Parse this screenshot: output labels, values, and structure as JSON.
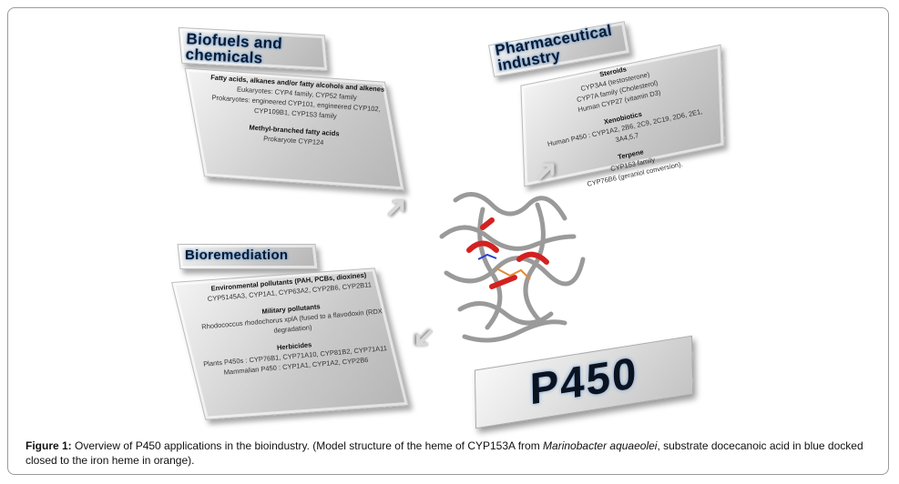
{
  "panels": {
    "biofuels": {
      "title": "Biofuels and chemicals",
      "sections": [
        {
          "heading": "Fatty acids, alkanes and/or fatty alcohols and alkenes",
          "lines": [
            "Eukaryotes: CYP4 family, CYP52 family",
            "Prokaryotes: engineered CYP101, engineered CYP102, CYP109B1, CYP153 family"
          ]
        },
        {
          "heading": "Methyl-branched fatty acids",
          "lines": [
            "Prokaryote CYP124"
          ]
        }
      ]
    },
    "pharma": {
      "title": "Pharmaceutical industry",
      "sections": [
        {
          "heading": "Steroids",
          "lines": [
            "CYP3A4 (testosterone)",
            "CYP7A family (Cholesterol)",
            "Human CYP27 (vitamin D3)"
          ]
        },
        {
          "heading": "Xenobiotics",
          "lines": [
            "Human P450 : CYP1A2, 2B6, 2C9, 2C19, 2D6, 2E1, 3A4,5,7"
          ]
        },
        {
          "heading": "Terpene",
          "lines": [
            "CYP153 family",
            "CYP76B6 (geraniol conversion)."
          ]
        }
      ]
    },
    "bioremediation": {
      "title": "Bioremediation",
      "sections": [
        {
          "heading": "Environmental pollutants (PAH, PCBs, dioxines)",
          "lines": [
            "CYP5145A3, CYP1A1, CYP63A2, CYP2B6, CYP2B11"
          ]
        },
        {
          "heading": "Military pollutants",
          "lines": [
            "Rhodococcus rhodochorus xplA (fused to a flavodoxin (RDX degradation)"
          ]
        },
        {
          "heading": "Herbicides",
          "lines": [
            "Plants P450s : CYP76B1, CYP71A10, CYP81B2, CYP71A11",
            "Mammalian P450 : CYP1A1, CYP1A2, CYP2B6"
          ]
        }
      ]
    }
  },
  "center_label": "P450",
  "caption": {
    "label": "Figure 1:",
    "text_1": " Overview of P450 applications in the bioindustry. (Model structure of the heme of CYP153A from ",
    "species": "Marinobacter aquaeolei",
    "text_2": ", substrate docecanoic acid in blue docked closed to the iron heme in orange)."
  },
  "colors": {
    "helix_red": "#d42020",
    "ribbon_gray": "#9a9a9a",
    "heme_orange": "#e08a3a",
    "substrate_blue": "#2a3fd0"
  }
}
